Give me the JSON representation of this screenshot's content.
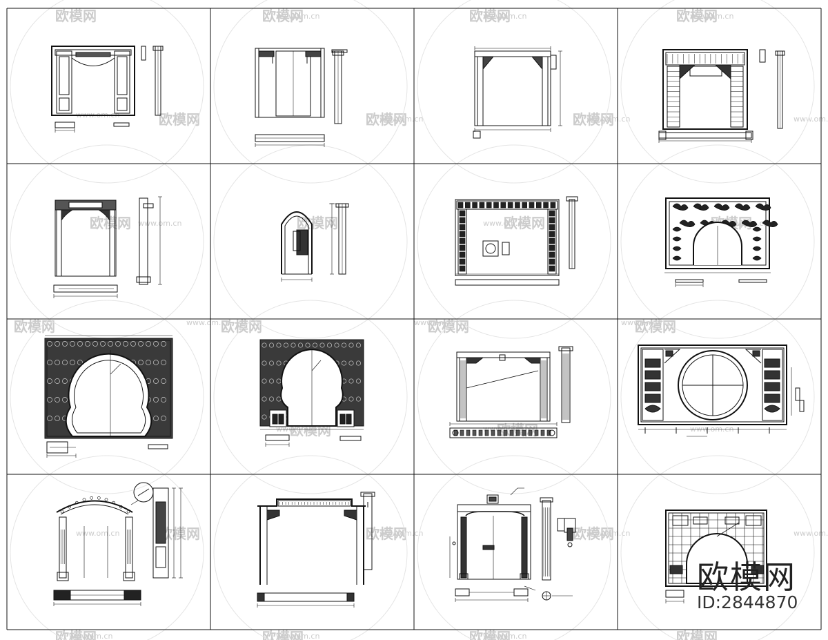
{
  "sheet": {
    "columns": 4,
    "rows": 4,
    "line_color": "#111111",
    "watermark_color": "#cccccc"
  },
  "watermarks": {
    "brand": "欧模网",
    "site": "www.om.cn",
    "site_short": "om.cn",
    "logo_brand": "欧模网",
    "logo_id": "ID:2844870"
  },
  "cells": [
    {
      "type": "rect-door-panels"
    },
    {
      "type": "rect-door-plain"
    },
    {
      "type": "rect-door-bracket"
    },
    {
      "type": "rect-door-lattice"
    },
    {
      "type": "rect-door-lintel"
    },
    {
      "type": "round-top-door"
    },
    {
      "type": "wide-frame-ornate"
    },
    {
      "type": "moon-gate-clouds"
    },
    {
      "type": "horseshoe-carved"
    },
    {
      "type": "horseshoe-carved-base"
    },
    {
      "type": "frame-pillars"
    },
    {
      "type": "circle-panel-screen"
    },
    {
      "type": "segmental-arch"
    },
    {
      "type": "flared-lintel-door"
    },
    {
      "type": "rect-door-columns"
    },
    {
      "type": "moon-gate-lattice"
    }
  ]
}
